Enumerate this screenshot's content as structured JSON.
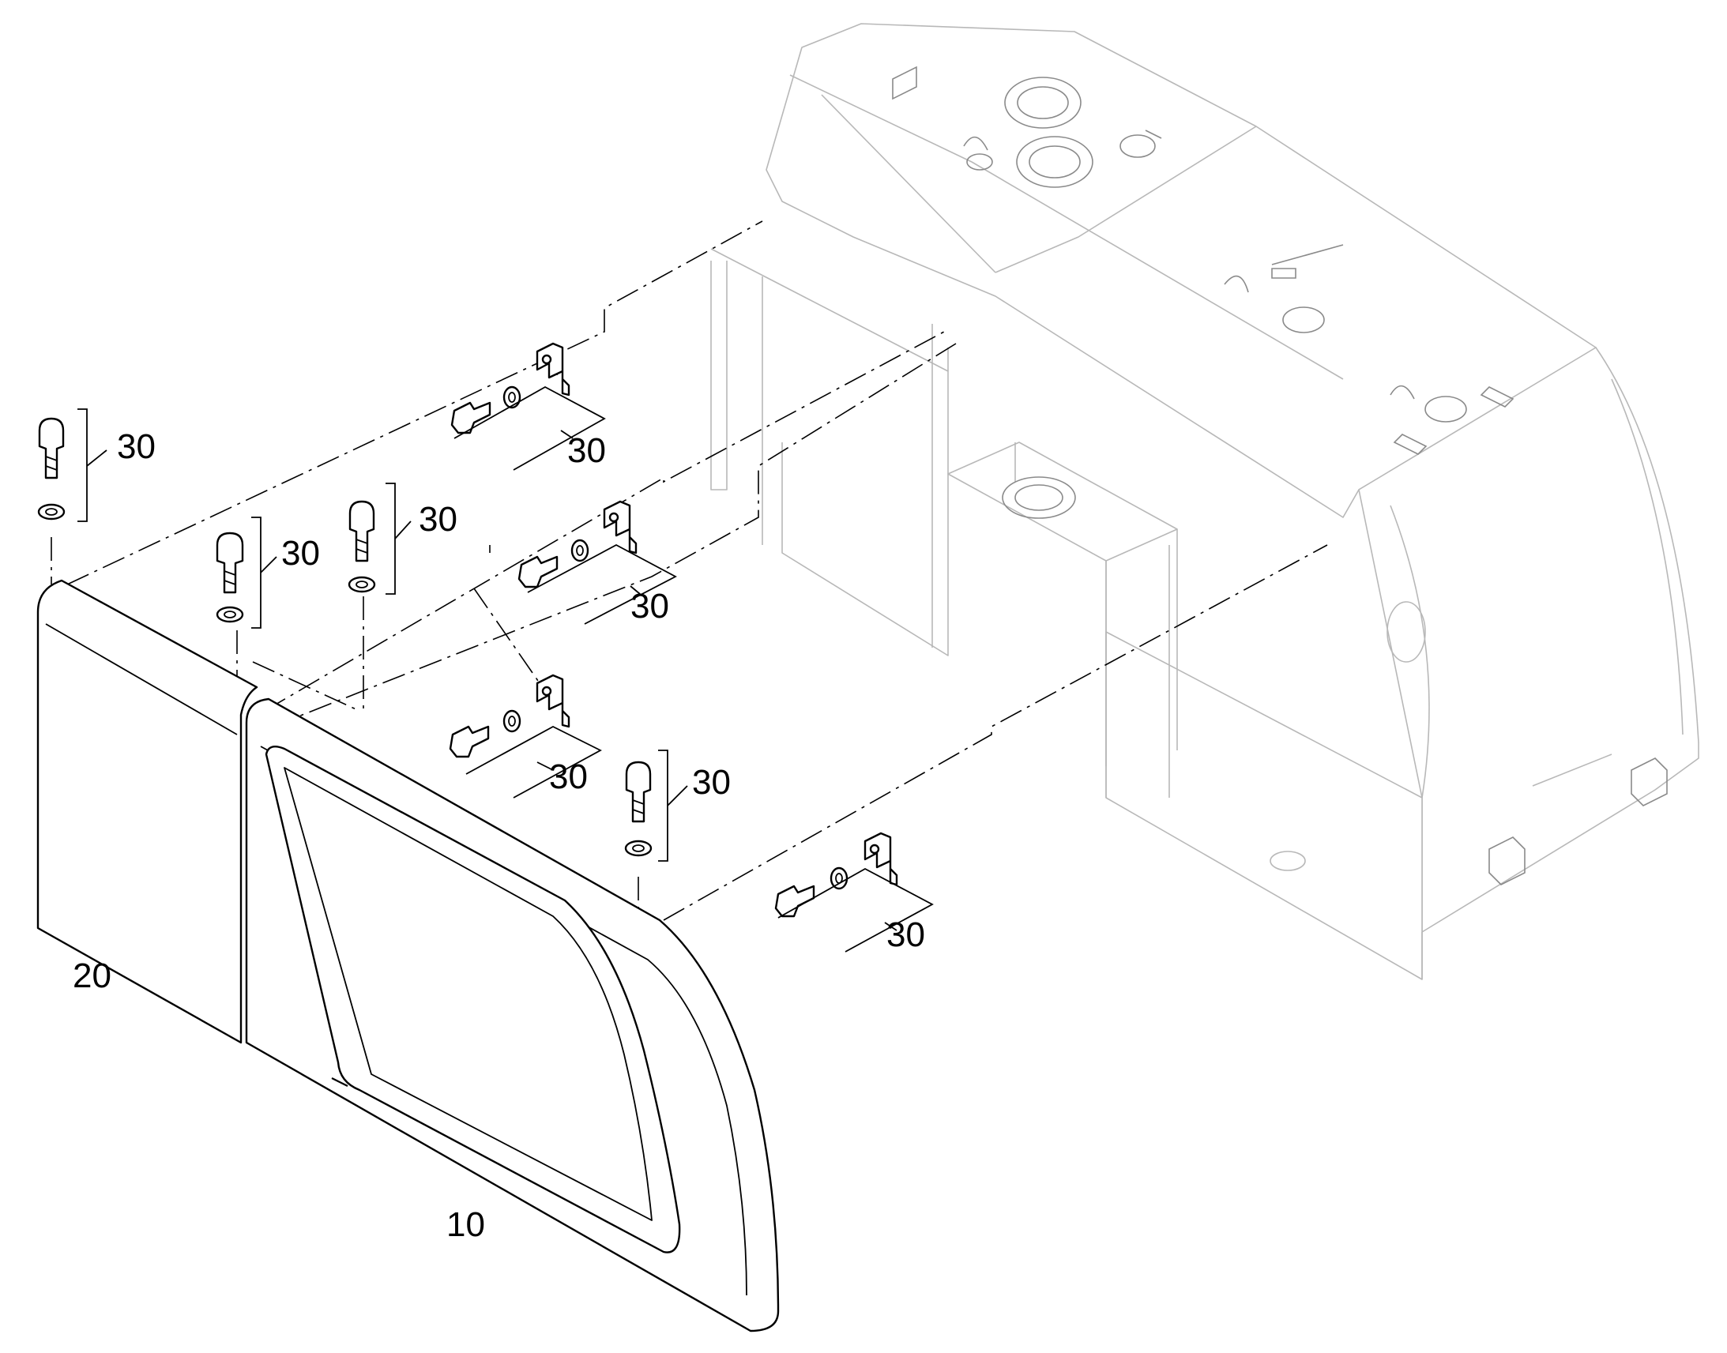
{
  "callouts": {
    "door_main": "10",
    "door_side": "20",
    "fastener_a": "30",
    "fastener_b": "30",
    "fastener_c": "30",
    "fastener_d": "30",
    "fastener_e": "30",
    "fastener_f": "30",
    "fastener_g": "30",
    "fastener_h": "30"
  }
}
